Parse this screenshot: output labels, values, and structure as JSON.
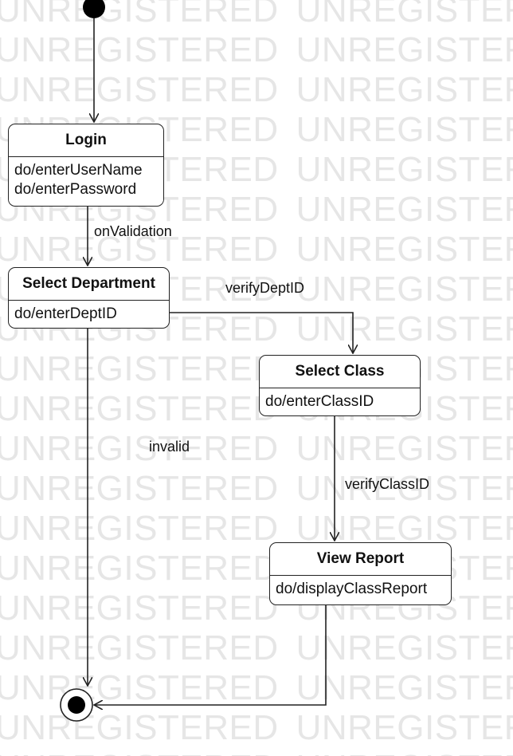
{
  "watermark": {
    "text": "UNREGISTERED"
  },
  "states": {
    "login": {
      "name": "Login",
      "activities": [
        "do/enterUserName",
        "do/enterPassword"
      ]
    },
    "select_department": {
      "name": "Select Department",
      "activities": [
        "do/enterDeptID"
      ]
    },
    "select_class": {
      "name": "Select Class",
      "activities": [
        "do/enterClassID"
      ]
    },
    "view_report": {
      "name": "View Report",
      "activities": [
        "do/displayClassReport"
      ]
    }
  },
  "transitions": {
    "on_validation": "onValidation",
    "verify_dept": "verifyDeptID",
    "verify_class": "verifyClassID",
    "invalid": "invalid"
  },
  "colors": {
    "line": "#222222",
    "watermark": "#e6e6e6",
    "background": "#ffffff"
  }
}
